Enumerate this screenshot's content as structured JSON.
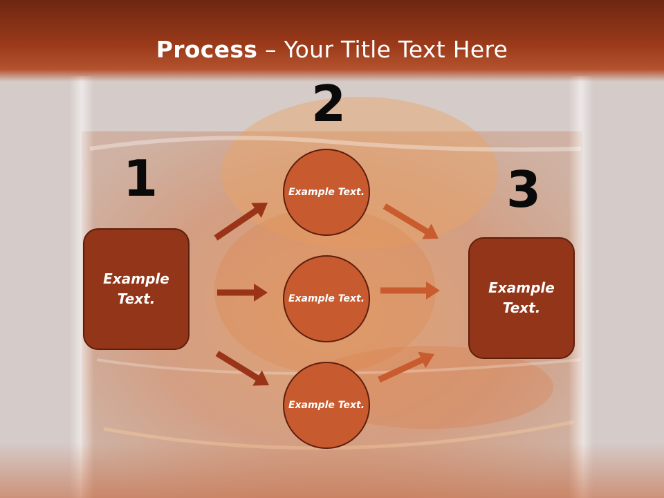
{
  "slide": {
    "title_bold": "Process",
    "title_rest": " – Your Title Text Here"
  },
  "numbers": [
    "1",
    "2",
    "3"
  ],
  "boxes": [
    {
      "text": "Example Text."
    },
    {
      "text": "Example Text."
    }
  ],
  "circles": [
    {
      "text": "Example Text."
    },
    {
      "text": "Example Text."
    },
    {
      "text": "Example Text."
    }
  ],
  "colors": {
    "header": "#9a3a1a",
    "box_fill": "#923519",
    "circle_fill": "#c75a2e",
    "arrow_dark": "#9a3418",
    "arrow_light": "#c85c2e",
    "outline": "#5e1e0c"
  }
}
